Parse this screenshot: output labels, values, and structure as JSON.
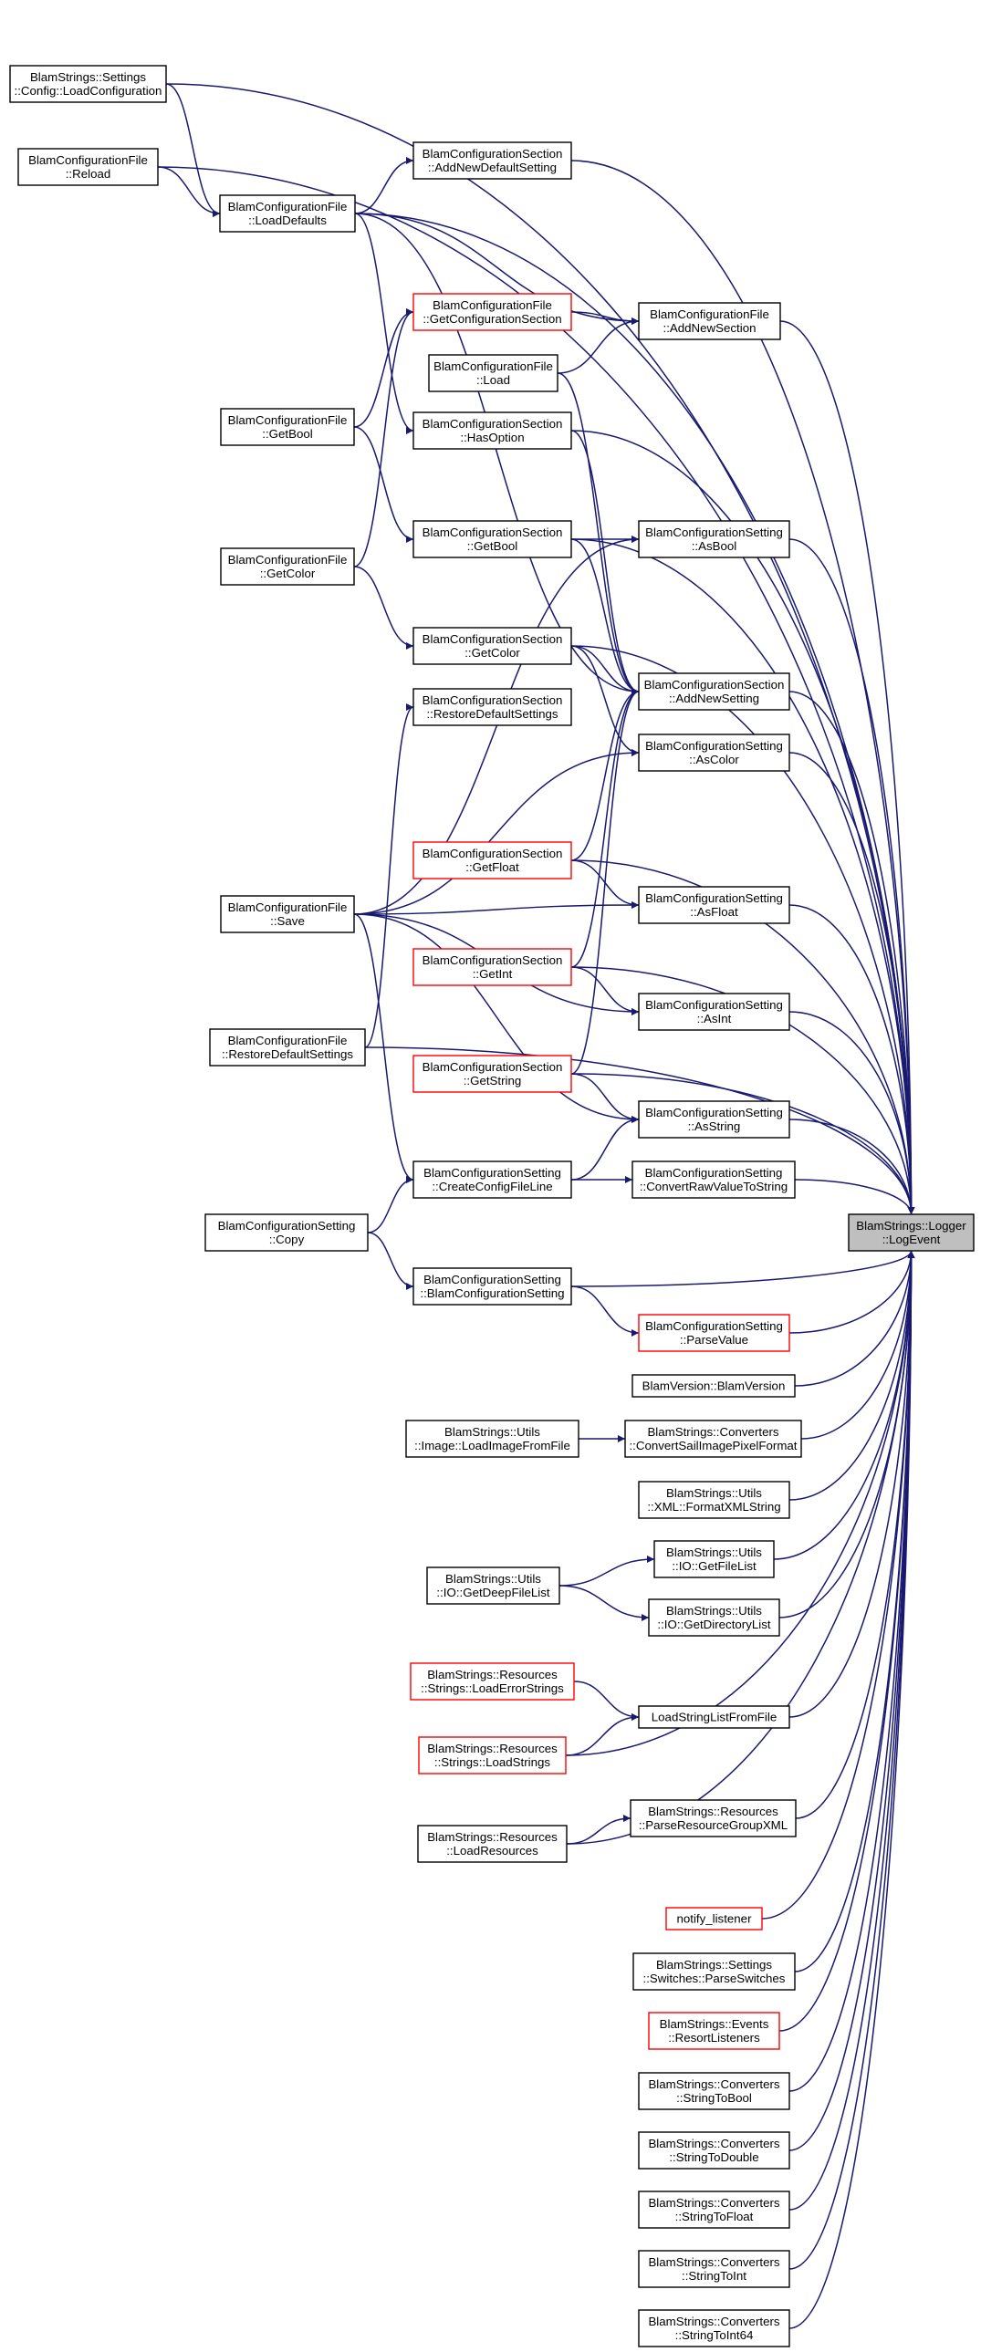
{
  "graph": {
    "colors": {
      "edge": "#191970",
      "node_border": "#000000",
      "node_border_truncated": "#ff0000",
      "root_fill": "#bfbfbf",
      "background": "#ffffff"
    },
    "nodes": {
      "settings_loadconfig": {
        "lines": [
          "BlamStrings::Settings",
          "::Config::LoadConfiguration"
        ],
        "style": "normal"
      },
      "cfgfile_reload": {
        "lines": [
          "BlamConfigurationFile",
          "::Reload"
        ],
        "style": "normal"
      },
      "cfgfile_loaddefaults": {
        "lines": [
          "BlamConfigurationFile",
          "::LoadDefaults"
        ],
        "style": "normal"
      },
      "cfgsection_addnewdefaultsetting": {
        "lines": [
          "BlamConfigurationSection",
          "::AddNewDefaultSetting"
        ],
        "style": "normal"
      },
      "cfgfile_getconfigsection": {
        "lines": [
          "BlamConfigurationFile",
          "::GetConfigurationSection"
        ],
        "style": "red"
      },
      "cfgfile_addnewsection": {
        "lines": [
          "BlamConfigurationFile",
          "::AddNewSection"
        ],
        "style": "normal"
      },
      "cfgfile_load": {
        "lines": [
          "BlamConfigurationFile",
          "::Load"
        ],
        "style": "normal"
      },
      "cfgfile_getbool": {
        "lines": [
          "BlamConfigurationFile",
          "::GetBool"
        ],
        "style": "normal"
      },
      "cfgsection_hasoption": {
        "lines": [
          "BlamConfigurationSection",
          "::HasOption"
        ],
        "style": "normal"
      },
      "cfgsection_getbool": {
        "lines": [
          "BlamConfigurationSection",
          "::GetBool"
        ],
        "style": "normal"
      },
      "cfgsetting_asbool": {
        "lines": [
          "BlamConfigurationSetting",
          "::AsBool"
        ],
        "style": "normal"
      },
      "cfgfile_getcolor": {
        "lines": [
          "BlamConfigurationFile",
          "::GetColor"
        ],
        "style": "normal"
      },
      "cfgsection_getcolor": {
        "lines": [
          "BlamConfigurationSection",
          "::GetColor"
        ],
        "style": "normal"
      },
      "cfgsection_addnewsetting": {
        "lines": [
          "BlamConfigurationSection",
          "::AddNewSetting"
        ],
        "style": "normal"
      },
      "cfgsection_restoredefaults": {
        "lines": [
          "BlamConfigurationSection",
          "::RestoreDefaultSettings"
        ],
        "style": "normal"
      },
      "cfgsetting_ascolor": {
        "lines": [
          "BlamConfigurationSetting",
          "::AsColor"
        ],
        "style": "normal"
      },
      "cfgsection_getfloat": {
        "lines": [
          "BlamConfigurationSection",
          "::GetFloat"
        ],
        "style": "red"
      },
      "cfgfile_save": {
        "lines": [
          "BlamConfigurationFile",
          "::Save"
        ],
        "style": "normal"
      },
      "cfgsetting_asfloat": {
        "lines": [
          "BlamConfigurationSetting",
          "::AsFloat"
        ],
        "style": "normal"
      },
      "cfgsection_getint": {
        "lines": [
          "BlamConfigurationSection",
          "::GetInt"
        ],
        "style": "red"
      },
      "cfgsetting_asint": {
        "lines": [
          "BlamConfigurationSetting",
          "::AsInt"
        ],
        "style": "normal"
      },
      "cfgfile_restoredefaults": {
        "lines": [
          "BlamConfigurationFile",
          "::RestoreDefaultSettings"
        ],
        "style": "normal"
      },
      "cfgsection_getstring": {
        "lines": [
          "BlamConfigurationSection",
          "::GetString"
        ],
        "style": "red"
      },
      "cfgsetting_asstring": {
        "lines": [
          "BlamConfigurationSetting",
          "::AsString"
        ],
        "style": "normal"
      },
      "cfgsetting_createconfigfileline": {
        "lines": [
          "BlamConfigurationSetting",
          "::CreateConfigFileLine"
        ],
        "style": "normal"
      },
      "cfgsetting_convertrawvalue": {
        "lines": [
          "BlamConfigurationSetting",
          "::ConvertRawValueToString"
        ],
        "style": "normal"
      },
      "logger_logevent": {
        "lines": [
          "BlamStrings::Logger",
          "::LogEvent"
        ],
        "style": "root"
      },
      "cfgsetting_copy": {
        "lines": [
          "BlamConfigurationSetting",
          "::Copy"
        ],
        "style": "normal"
      },
      "cfgsetting_ctor": {
        "lines": [
          "BlamConfigurationSetting",
          "::BlamConfigurationSetting"
        ],
        "style": "normal"
      },
      "cfgsetting_parsevalue": {
        "lines": [
          "BlamConfigurationSetting",
          "::ParseValue"
        ],
        "style": "red"
      },
      "blamversion": {
        "lines": [
          "BlamVersion::BlamVersion"
        ],
        "style": "normal"
      },
      "utils_loadimagefromfile": {
        "lines": [
          "BlamStrings::Utils",
          "::Image::LoadImageFromFile"
        ],
        "style": "normal"
      },
      "converters_convertsail": {
        "lines": [
          "BlamStrings::Converters",
          "::ConvertSailImagePixelFormat"
        ],
        "style": "normal"
      },
      "utils_formatxml": {
        "lines": [
          "BlamStrings::Utils",
          "::XML::FormatXMLString"
        ],
        "style": "normal"
      },
      "utils_getfilelist": {
        "lines": [
          "BlamStrings::Utils",
          "::IO::GetFileList"
        ],
        "style": "normal"
      },
      "utils_getdeepfilelist": {
        "lines": [
          "BlamStrings::Utils",
          "::IO::GetDeepFileList"
        ],
        "style": "normal"
      },
      "utils_getdirectorylist": {
        "lines": [
          "BlamStrings::Utils",
          "::IO::GetDirectoryList"
        ],
        "style": "normal"
      },
      "resources_loaderrorstrings": {
        "lines": [
          "BlamStrings::Resources",
          "::Strings::LoadErrorStrings"
        ],
        "style": "red"
      },
      "loadstringlistfromfile": {
        "lines": [
          "LoadStringListFromFile"
        ],
        "style": "normal"
      },
      "resources_loadstrings": {
        "lines": [
          "BlamStrings::Resources",
          "::Strings::LoadStrings"
        ],
        "style": "red"
      },
      "resources_parseresourcegroupxml": {
        "lines": [
          "BlamStrings::Resources",
          "::ParseResourceGroupXML"
        ],
        "style": "normal"
      },
      "resources_loadresources": {
        "lines": [
          "BlamStrings::Resources",
          "::LoadResources"
        ],
        "style": "normal"
      },
      "notify_listener": {
        "lines": [
          "notify_listener"
        ],
        "style": "red"
      },
      "settings_parseswitches": {
        "lines": [
          "BlamStrings::Settings",
          "::Switches::ParseSwitches"
        ],
        "style": "normal"
      },
      "events_resortlisteners": {
        "lines": [
          "BlamStrings::Events",
          "::ResortListeners"
        ],
        "style": "red"
      },
      "converters_stringtobool": {
        "lines": [
          "BlamStrings::Converters",
          "::StringToBool"
        ],
        "style": "normal"
      },
      "converters_stringtodouble": {
        "lines": [
          "BlamStrings::Converters",
          "::StringToDouble"
        ],
        "style": "normal"
      },
      "converters_stringtofloat": {
        "lines": [
          "BlamStrings::Converters",
          "::StringToFloat"
        ],
        "style": "normal"
      },
      "converters_stringtoint": {
        "lines": [
          "BlamStrings::Converters",
          "::StringToInt"
        ],
        "style": "normal"
      },
      "converters_stringtoint64": {
        "lines": [
          "BlamStrings::Converters",
          "::StringToInt64"
        ],
        "style": "normal"
      }
    }
  }
}
